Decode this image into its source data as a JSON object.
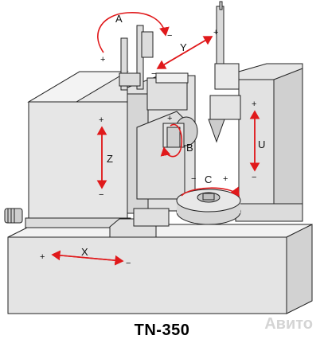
{
  "title": "TN-350",
  "watermark": "Авито",
  "colors": {
    "arrow": "#e0191b",
    "machine_fill": "#e6e6e6",
    "outline": "#222222"
  },
  "axes": {
    "A": {
      "label": "A",
      "plus": "+",
      "minus": "−"
    },
    "Y": {
      "label": "Y",
      "plus": "+",
      "minus": "−"
    },
    "Z": {
      "label": "Z",
      "plus": "+",
      "minus": "−"
    },
    "B": {
      "label": "B",
      "plus": "+",
      "minus": "−"
    },
    "C": {
      "label": "C",
      "plus": "+",
      "minus": "−"
    },
    "U": {
      "label": "U",
      "plus": "+",
      "minus": "−"
    },
    "X": {
      "label": "X",
      "plus": "+",
      "minus": "−"
    }
  }
}
